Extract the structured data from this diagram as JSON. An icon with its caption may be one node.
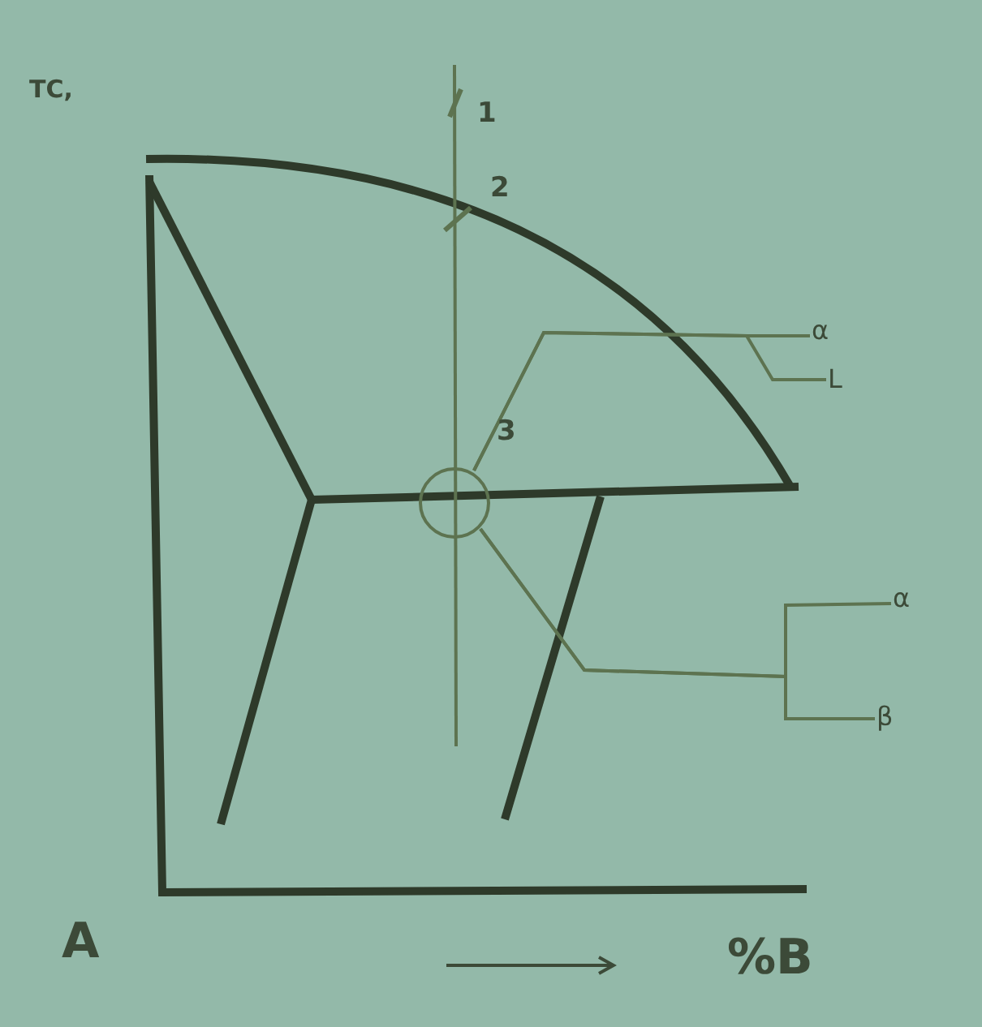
{
  "diagram": {
    "nodes": [
      {
        "text": [],
        "shape": "circle"
      },
      {
        "text": [
          "α"
        ]
      },
      {
        "text": [
          "L"
        ]
      },
      {
        "text": [
          "α"
        ]
      },
      {
        "text": [
          "β"
        ]
      }
    ],
    "edges": [
      {
        "from": 0,
        "to": 1,
        "arrow": "none"
      },
      {
        "from": 0,
        "to": 2,
        "arrow": "none"
      },
      {
        "from": 0,
        "to": 3,
        "arrow": "none"
      },
      {
        "from": 0,
        "to": 4,
        "arrow": "none"
      }
    ],
    "labels": [
      "TC,",
      "1",
      "2",
      "3",
      "A",
      "%B"
    ]
  }
}
